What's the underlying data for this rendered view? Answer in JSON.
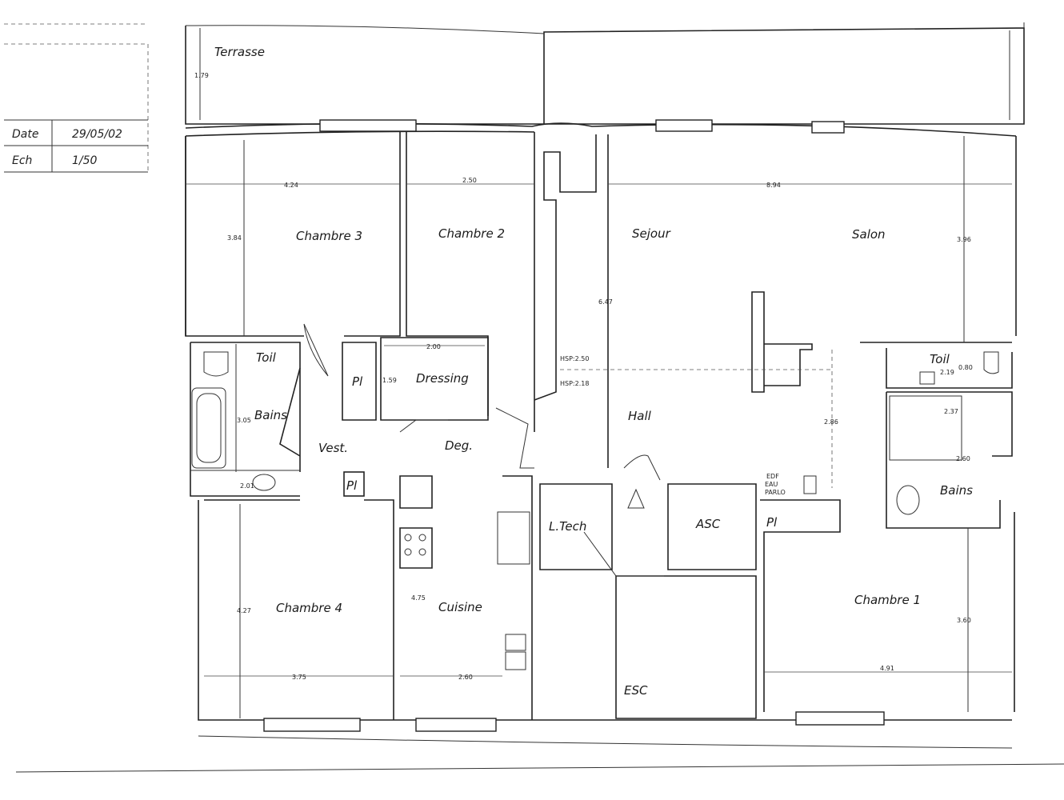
{
  "cartouche": {
    "date_label": "Date",
    "date_value": "29/05/02",
    "scale_label": "Ech",
    "scale_value": "1/50"
  },
  "rooms": {
    "terrasse": "Terrasse",
    "chambre3": "Chambre 3",
    "chambre2": "Chambre 2",
    "sejour": "Sejour",
    "salon": "Salon",
    "toil_left": "Toil",
    "bains_left": "Bains",
    "pl_1": "Pl",
    "dressing": "Dressing",
    "vest": "Vest.",
    "deg": "Deg.",
    "pl_2": "Pl",
    "hall": "Hall",
    "toil_right": "Toil",
    "bains_right": "Bains",
    "ltech": "L.Tech",
    "asc": "ASC",
    "pl_3": "Pl",
    "chambre4": "Chambre 4",
    "cuisine": "Cuisine",
    "esc": "ESC",
    "chambre1": "Chambre 1"
  },
  "notes": {
    "hsp1": "HSP:2.50",
    "hsp2": "HSP:2.18",
    "edf": "EDF",
    "eau": "EAU",
    "parlo": "PARLO"
  },
  "dimensions": {
    "terrasse_h": "1.79",
    "ch3_w": "4.24",
    "ch3_h": "3.84",
    "ch2_w": "2.50",
    "sejour_w": "8.94",
    "salon_h": "3.96",
    "sejour_h": "6.47",
    "dressing_w": "2.00",
    "dressing_h": "1.59",
    "bains_h": "3.05",
    "bains_w": "2.01",
    "hall_h": "2.86",
    "toil_w": "2.19",
    "toil_h": "0.80",
    "bains_r_w": "2.37",
    "bains_r_h": "2.60",
    "ch4_h": "4.27",
    "ch4_w": "3.75",
    "cuisine_h": "4.75",
    "cuisine_w": "2.60",
    "ch1_w": "4.91",
    "ch1_h": "3.60"
  }
}
